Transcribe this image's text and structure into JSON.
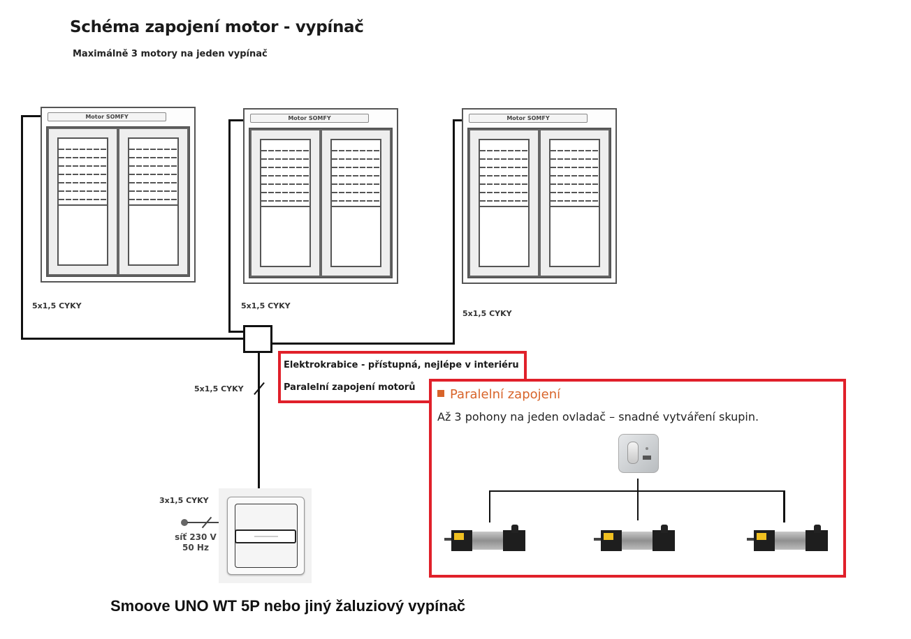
{
  "header": {
    "title": "Schéma zapojení motor - vypínač",
    "subtitle": "Maximálně 3 motory na jeden vypínač"
  },
  "windows": [
    {
      "motor_label": "Motor SOMFY",
      "cable_label": "5x1,5 CYKY"
    },
    {
      "motor_label": "Motor SOMFY",
      "cable_label": "5x1,5 CYKY"
    },
    {
      "motor_label": "Motor SOMFY",
      "cable_label": "5x1,5 CYKY"
    }
  ],
  "junction_box": {
    "cable_to_switch": "5x1,5 CYKY",
    "note_line1": "Elektrokrabice - přístupná, nejlépe v interiéru",
    "note_line2": "Paralelní zapojení motorů"
  },
  "switch": {
    "supply_cable": "3x1,5 CYKY",
    "mains_line1": "síť 230 V",
    "mains_line2": "50 Hz",
    "caption": "Smoove UNO WT 5P nebo jiný žaluziový vypínač"
  },
  "parallel_panel": {
    "title": "Paralelní zapojení",
    "description": "Až 3 pohony na jeden ovladač – snadné vytváření skupin.",
    "controller_icon": "wall-controller-icon",
    "motor_icons": [
      "tubular-motor-icon",
      "tubular-motor-icon",
      "tubular-motor-icon"
    ],
    "accent_color": "#d8642a",
    "border_color": "#e0202a"
  }
}
